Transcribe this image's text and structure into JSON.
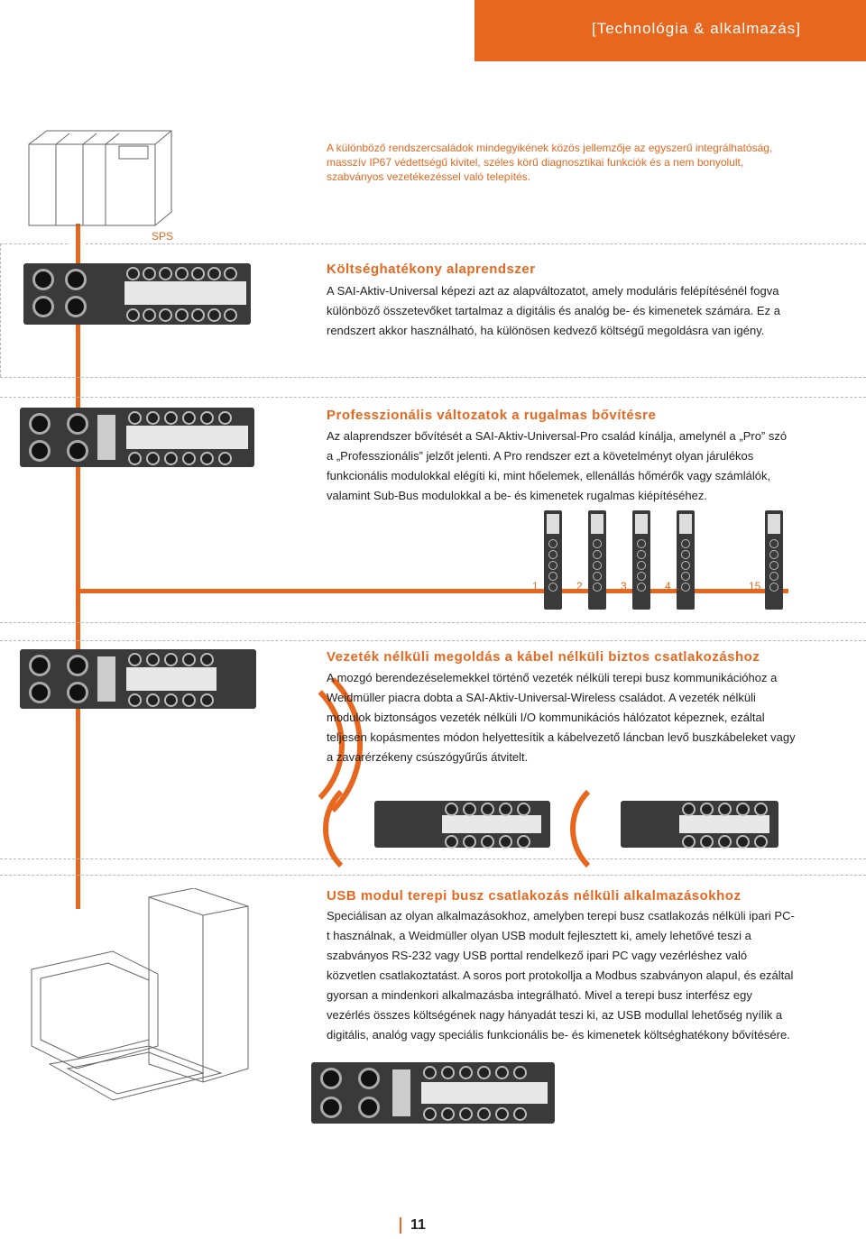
{
  "header": {
    "title": "[Technológia & alkalmazás]"
  },
  "intro": "A különböző rendszercsaládok mindegyikének közös jellemzője az egyszerű integrálhatóság, masszív IP67 védettségű kivitel, széles körű diagnosztikai funkciók és a nem bonyolult, szabványos vezetékezéssel való telepítés.",
  "sps_label": "SPS",
  "sections": [
    {
      "title": "Költséghatékony alaprendszer",
      "body": "A SAI-Aktiv-Universal képezi azt az alapváltozatot, amely moduláris felépítésénél fogva különböző összetevőket tartalmaz a digitális és analóg be- és kimenetek számára. Ez a rendszert akkor használható, ha különösen kedvező költségű megoldásra van igény."
    },
    {
      "title": "Professzionális változatok a rugalmas bővítésre",
      "body": "Az alaprendszer bővítését a SAI-Aktiv-Universal-Pro család kínálja, amelynél a „Pro” szó a „Professzionális” jelzőt jelenti. A Pro rendszer ezt a követelményt olyan járulékos funkcionális modulokkal elégíti ki, mint hőelemek, ellenállás hőmérők vagy számlálók, valamint Sub-Bus modulokkal a be- és kimenetek rugalmas kiépítéséhez."
    },
    {
      "title": "Vezeték nélküli megoldás a kábel nélküli biztos csatlakozáshoz",
      "body": "A mozgó berendezéselemekkel történő vezeték nélküli terepi busz kommunikációhoz a Weidmüller piacra dobta a SAI-Aktiv-Universal-Wireless családot. A vezeték nélküli modulok biztonságos vezeték nélküli I/O kommunikációs hálózatot képeznek, ezáltal teljesen kopásmentes módon helyettesítik a kábelvezető láncban levő buszkábeleket vagy a zavarérzékeny csúszógyűrűs átvitelt."
    },
    {
      "title": "USB modul terepi busz csatlakozás nélküli alkalmazásokhoz",
      "body": "Speciálisan az olyan alkalmazásokhoz, amelyben terepi busz csatlakozás nélküli ipari PC-t használnak, a Weidmüller olyan USB modult fejlesztett ki, amely lehetővé teszi a szabványos RS-232 vagy USB porttal rendelkező ipari PC vagy vezérléshez való közvetlen csatlakoztatást. A soros port protokollja a Modbus szabványon alapul, és ezáltal gyorsan a mindenkori alkalmazásba integrálható. Mivel a terepi busz interfész egy vezérlés összes költségének nagy hányadát teszi ki, az USB modullal lehetőség nyílik a digitális, analóg vagy speciális funkcionális be- és kimenetek költséghatékony bővítésére."
    }
  ],
  "submodule_numbers": [
    "1",
    "2",
    "3",
    "4 ...",
    "15"
  ],
  "page_number": "11",
  "colors": {
    "accent": "#e8671e",
    "text": "#222222"
  }
}
